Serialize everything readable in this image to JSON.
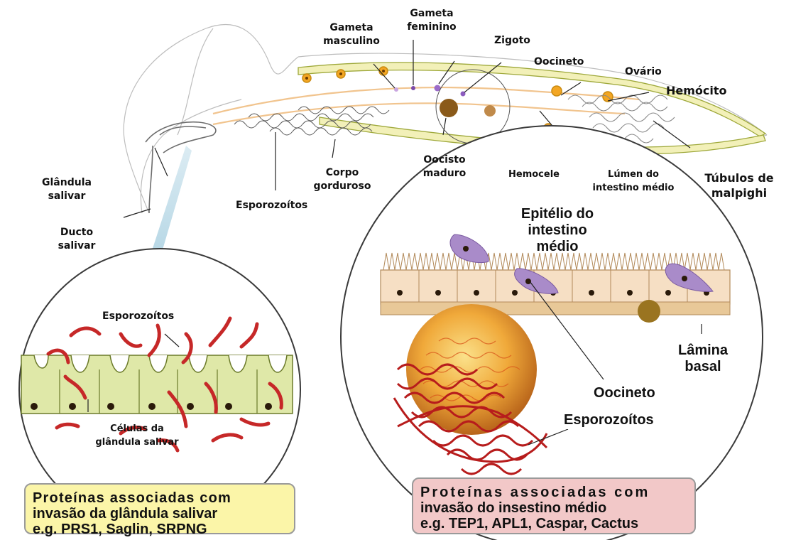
{
  "labels": {
    "gameta_masculino": "Gameta\nmasculino",
    "gameta_feminino": "Gameta\nfeminino",
    "zigoto": "Zigoto",
    "oocineto_top": "Oocineto",
    "ovario": "Ovário",
    "hemocito": "Hemócito",
    "glandula_salivar": "Glândula\nsalivar",
    "ducto_salivar": "Ducto\nsalivar",
    "corpo_gorduroso": "Corpo\ngorduroso",
    "esporozoitos_top": "Esporozoítos",
    "oocisto_maduro": "Oocisto\nmaduro",
    "hemocele": "Hemocele",
    "lumen": "Lúmen do\nintestino médio",
    "tubulos": "Túbulos de\nmalpighi",
    "esporozoitos_left": "Esporozoítos",
    "celulas_glandula": "Células da\nglândula salivar",
    "epitelio": "Epitélio do\nintestino\nmédio",
    "lamina_basal": "Lâmina\nbasal",
    "oocineto_zoom": "Oocineto",
    "esporozoitos_zoom": "Esporozoítos"
  },
  "boxes": {
    "left": {
      "line1": "Proteínas associadas com",
      "line2": "invasão da glândula salivar",
      "line3": "e.g. PRS1, Saglin, SRPNG",
      "fill": "#fbf5a8"
    },
    "right": {
      "line1": "Proteínas associadas com",
      "line2": "invasão do insestino médio",
      "line3": "e.g. TEP1, APL1, Caspar, Cactus",
      "fill": "#f2c8c8"
    }
  },
  "colors": {
    "parasite": "#c62828",
    "oocinete": "#a98bc9",
    "gland_cells": "#dfe8a8",
    "epithelium": "#f6dfc4",
    "oocyst": "#e8a526",
    "arrow_blue": "#b9d9e6"
  }
}
